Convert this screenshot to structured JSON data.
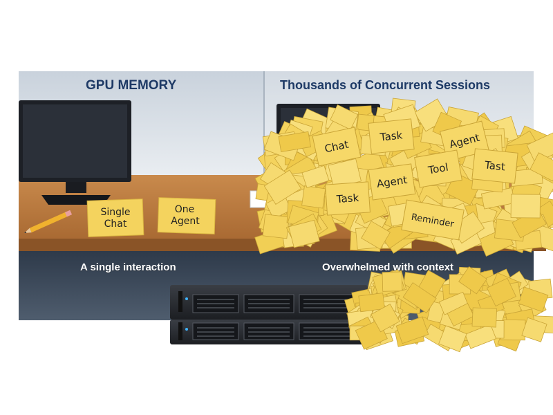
{
  "left_panel": {
    "title": "GPU MEMORY",
    "caption": "A single interaction",
    "notes": [
      "Single",
      "Chat",
      "One",
      "Agent"
    ]
  },
  "right_panel": {
    "title": "Thousands of Concurrent Sessions",
    "caption": "Overwhelmed with context",
    "note_labels": [
      "Chat",
      "Task",
      "Agent",
      "Tool",
      "Tast",
      "Agent",
      "Task",
      "Reminder"
    ]
  },
  "colors": {
    "wall": "#dfe4ea",
    "desk": "#b7793e",
    "note": "#f4d35e",
    "title": "#1e3a66",
    "server": "#2a2d33"
  },
  "icons": [
    "monitor-icon",
    "pencil-icon",
    "arrow-icon",
    "server-icon"
  ]
}
